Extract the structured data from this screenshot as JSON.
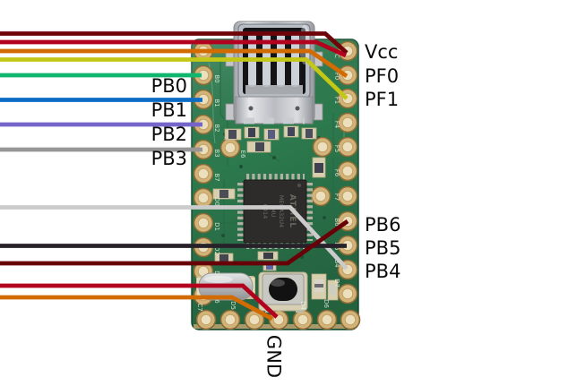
{
  "labels": {
    "pb0": "PB0",
    "pb1": "PB1",
    "pb2": "PB2",
    "pb3": "PB3",
    "vcc": "Vcc",
    "pf0": "PF0",
    "pf1": "PF1",
    "pb6": "PB6",
    "pb5": "PB5",
    "pb4": "PB4",
    "gnd": "GND"
  },
  "wires": {
    "vcc_a": {
      "name": "dark-red wire to Vcc",
      "color": "#6e040a"
    },
    "vcc_b": {
      "name": "red wire to Vcc",
      "color": "#b2001e"
    },
    "pf0": {
      "name": "orange wire to PF0",
      "color": "#d36b03"
    },
    "pf1": {
      "name": "yellow wire to PF1",
      "color": "#c3c716"
    },
    "pb0": {
      "name": "green wire to PB0",
      "color": "#10b56e"
    },
    "pb1": {
      "name": "blue wire to PB1",
      "color": "#0c6cc4"
    },
    "pb2": {
      "name": "purple wire to PB2",
      "color": "#7565cb"
    },
    "pb3": {
      "name": "gray wire to PB3",
      "color": "#969696"
    },
    "pb4": {
      "name": "light-gray wire to PB4",
      "color": "#cbcbcb"
    },
    "pb5": {
      "name": "black wire to PB5",
      "color": "#27222a"
    },
    "pb6": {
      "name": "dark-red wire to PB6",
      "color": "#680007"
    },
    "gnd_a": {
      "name": "red wire to GND",
      "color": "#b2001e"
    },
    "gnd_b": {
      "name": "orange wire to GND",
      "color": "#d36b03"
    }
  },
  "board": {
    "color": "#2e7d50",
    "pad_color": "#d2b379",
    "silkscreen": {
      "left": [
        "B0",
        "B1",
        "B2",
        "B3",
        "B7",
        "D0",
        "D1",
        "D2",
        "D3",
        "C6"
      ],
      "inner_left": "E6",
      "right": [
        "CC",
        "F0",
        "F1",
        "F4",
        "F5",
        "F6",
        "F7",
        "B6",
        "B5",
        "B4",
        "D7"
      ],
      "bottom": [
        "C7",
        "D5",
        "D4",
        "D6"
      ]
    },
    "chip": {
      "brand": "ATMEL",
      "line1": "MEGA32U4",
      "line2": "-MU",
      "line3": "0914"
    }
  }
}
